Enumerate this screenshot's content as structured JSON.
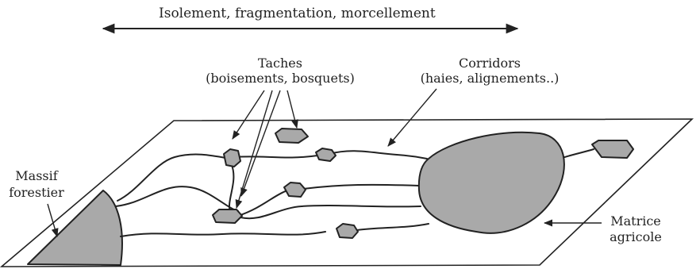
{
  "title": "Isolement, fragmentation, morcellement",
  "labels": {
    "taches_title": "Taches",
    "taches_sub": "(boisements, bosquets)",
    "corridors_title": "Corridors",
    "corridors_sub": "(haies, alignements..)",
    "massif_line1": "Massif",
    "massif_line2": "forestier",
    "matrice_line1": "Matrice",
    "matrice_line2": "agricole"
  },
  "colors": {
    "ink": "#222222",
    "patch_fill": "#a9a9a9",
    "background": "#ffffff"
  }
}
